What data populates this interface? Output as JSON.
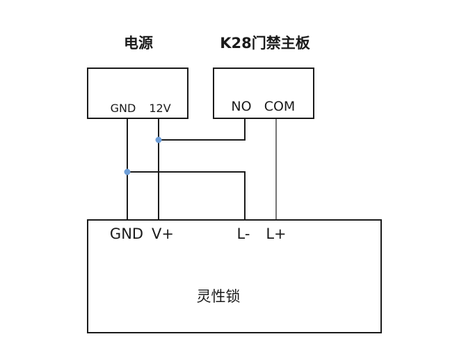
{
  "power_supply": {
    "title": "电源",
    "terminals": {
      "gnd": "GND",
      "v12": "12V"
    }
  },
  "controller": {
    "title": "K28门禁主板",
    "terminals": {
      "no": "NO",
      "com": "COM"
    }
  },
  "lock": {
    "name": "灵性锁",
    "terminals": {
      "gnd": "GND",
      "vplus": "V+",
      "lminus": "L-",
      "lplus": "L+"
    }
  },
  "colors": {
    "junction": "#6f9fd8",
    "line": "#1a1a1a"
  }
}
